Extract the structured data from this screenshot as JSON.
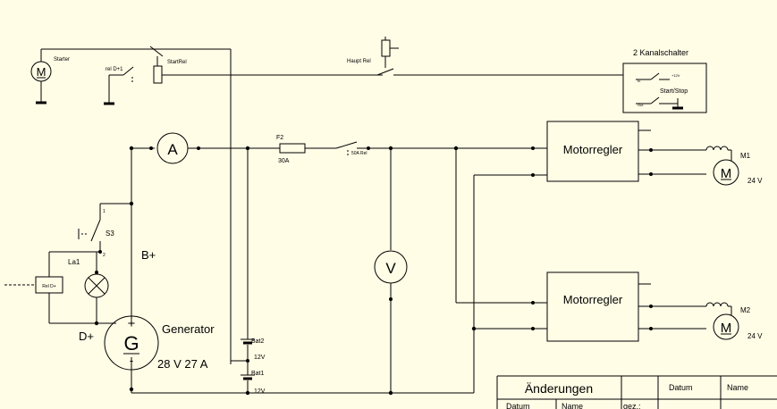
{
  "components": {
    "starter": {
      "symbol": "M",
      "label": "Starter"
    },
    "start_relay": {
      "label": "StartRel"
    },
    "relay_d1": {
      "label": "rel D+1"
    },
    "main_relay": {
      "label": "Haupt Rel"
    },
    "channel_switch": {
      "title": "2 Kanalschalter",
      "label": "Start/Stop",
      "pin_a": "+12V",
      "pin_b": "In",
      "pin_c": "Out"
    },
    "ammeter": {
      "symbol": "A"
    },
    "fuse": {
      "name": "F2",
      "rating": "30A"
    },
    "relay_50a": {
      "label": "50A Rel"
    },
    "voltmeter": {
      "symbol": "V"
    },
    "switch_s3": {
      "label": "S3",
      "pin1": "1",
      "pin2": "2"
    },
    "lamp": {
      "label": "La1"
    },
    "relay_d_plus": {
      "label": "Rel D+"
    },
    "b_plus": "B+",
    "d_plus": "D+",
    "generator": {
      "symbol": "G",
      "plus": "+",
      "minus": "-",
      "label": "Generator",
      "rating": "28 V 27 A"
    },
    "battery1": {
      "name": "Bat1",
      "voltage": "12V"
    },
    "battery2": {
      "name": "Bat2",
      "voltage": "12V"
    },
    "controller1": {
      "label": "Motorregler"
    },
    "controller2": {
      "label": "Motorregler"
    },
    "motor1": {
      "symbol": "M",
      "name": "M1",
      "voltage": "24 V"
    },
    "motor2": {
      "symbol": "M",
      "name": "M2",
      "voltage": "24 V"
    }
  },
  "title_block": {
    "changes": "Änderungen",
    "date_header": "Datum",
    "name_header": "Name",
    "row2_date": "Datum",
    "row2_name": "Name",
    "row2_drawn": "gez.:"
  }
}
